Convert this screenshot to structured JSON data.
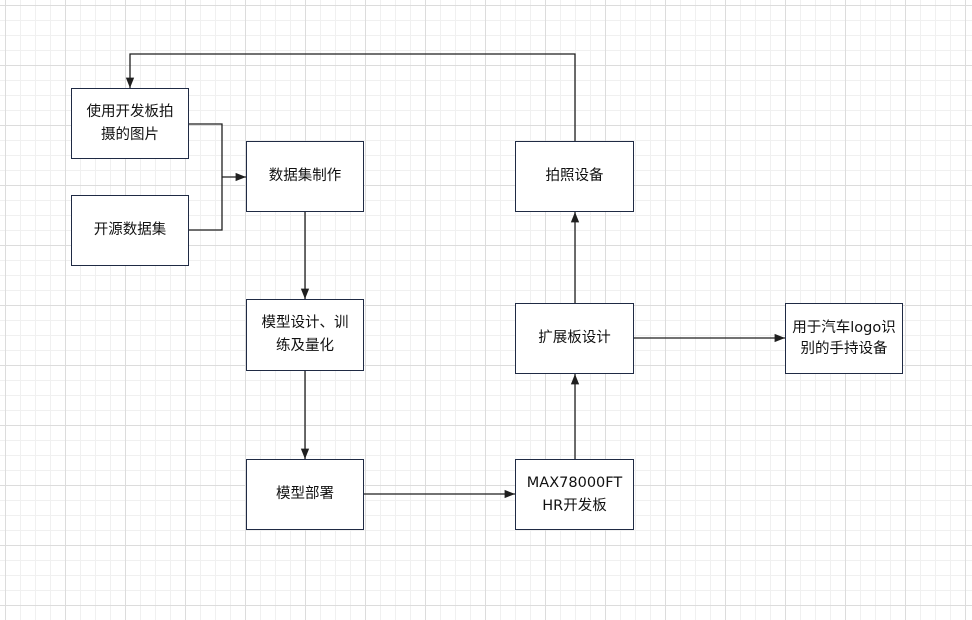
{
  "nodes": {
    "photos": "使用开发板拍摄的图片",
    "open_dataset": "开源数据集",
    "dataset_making": "数据集制作",
    "model_design": "模型设计、训练及量化",
    "model_deploy": "模型部署",
    "max_board": "MAX78000FTHR开发板",
    "expansion_board": "扩展板设计",
    "camera_device": "拍照设备",
    "handheld_device": "用于汽车logo识别的手持设备"
  },
  "colors": {
    "line": "#1f1f1f",
    "box_border": "#1f2a44",
    "grid": "#dcdcdc"
  }
}
